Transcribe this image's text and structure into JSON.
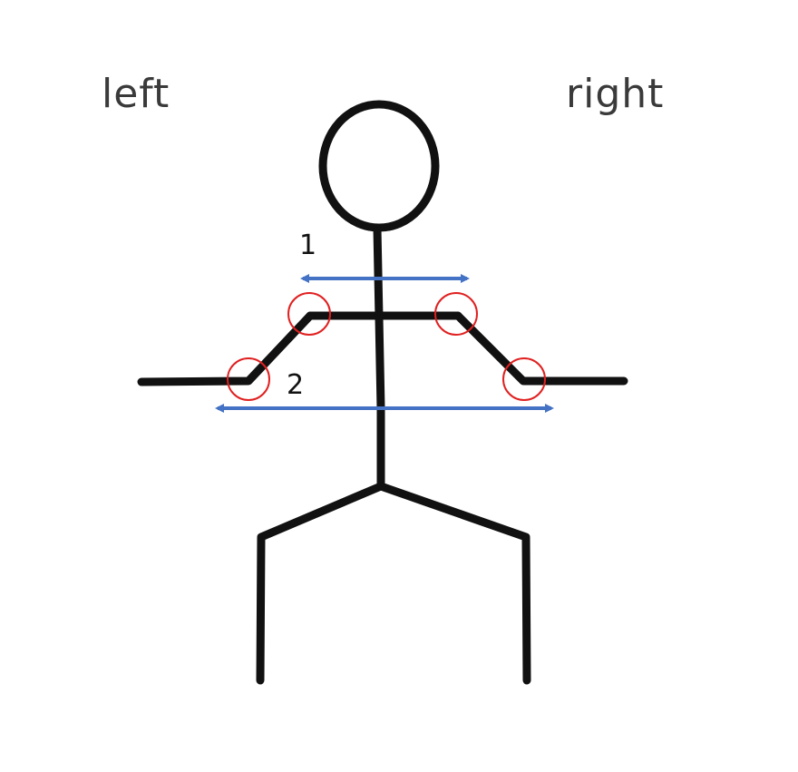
{
  "labels": {
    "left": "left",
    "right": "right",
    "distance_1": "1",
    "distance_2": "2"
  },
  "colors": {
    "figure": "#111111",
    "arrow": "#4472c4",
    "joint_circle": "#e02020",
    "side_text": "#3a3a3a"
  },
  "icons": {
    "figure": "stick-figure-icon",
    "arrow": "double-headed-arrow-icon",
    "joint_marker": "circle-marker-icon"
  }
}
